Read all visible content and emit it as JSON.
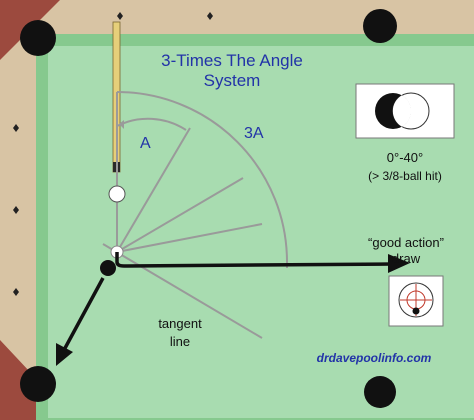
{
  "diagram": {
    "title_line1": "3-Times The Angle",
    "title_line2": "System",
    "angle_label_a": "A",
    "angle_label_3a": "3A",
    "cut_range_main": "0°-40°",
    "cut_range_sub": "(> 3/8-ball hit)",
    "action_line1": "“good action”",
    "action_line2": "draw",
    "tangent_line1": "tangent",
    "tangent_line2": "line",
    "website": "drdavepoolinfo.com"
  },
  "colors": {
    "cloth": "#a8dcb0",
    "cushion": "#86c98e",
    "rail": "#d8c4a4",
    "rail_corner": "#9c4a3e",
    "pocket": "#111111",
    "cue": "#e6cf7a",
    "guide": "#9a9a9a",
    "path": "#111111",
    "text_blue": "#2233a8"
  },
  "icons": {
    "diamond": "diamond-icon",
    "overlap": "ball-overlap-icon",
    "cue_tip": "cue-tip-target-icon"
  }
}
